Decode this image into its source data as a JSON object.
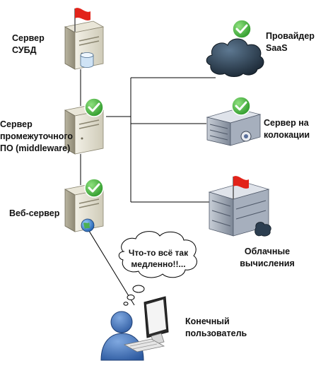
{
  "nodes": {
    "dbms": {
      "line1": "Сервер",
      "line2": "СУБД",
      "status": "alert"
    },
    "middleware": {
      "line1": "Сервер",
      "line2": "промежуточного",
      "line3": "ПО (middleware)",
      "status": "ok"
    },
    "web": {
      "line1": "Веб-сервер",
      "status": "ok"
    },
    "saas": {
      "line1": "Провайдер",
      "line2": "SaaS",
      "status": "ok"
    },
    "colo": {
      "line1": "Сервер на",
      "line2": "колокации",
      "status": "ok"
    },
    "cloud": {
      "line1": "Облачные",
      "line2": "вычисления",
      "status": "alert"
    },
    "user": {
      "line1": "Конечный",
      "line2": "пользователь"
    }
  },
  "speech_bubble": {
    "line1": "Что-то всё так",
    "line2": "медленно!!..."
  },
  "colors": {
    "ok": "#3fae3a",
    "alert": "#e2231a",
    "line": "#000000",
    "server": "#d9d6c7",
    "cloud_dark": "#2c3e50",
    "user": "#3b6fb6"
  },
  "icons": [
    "server-icon",
    "database-icon",
    "flag-icon",
    "checkmark-icon",
    "globe-icon",
    "cloud-icon",
    "rack-server-icon",
    "server-cluster-icon",
    "user-icon",
    "monitor-icon",
    "keyboard-icon",
    "thought-bubble-icon"
  ]
}
